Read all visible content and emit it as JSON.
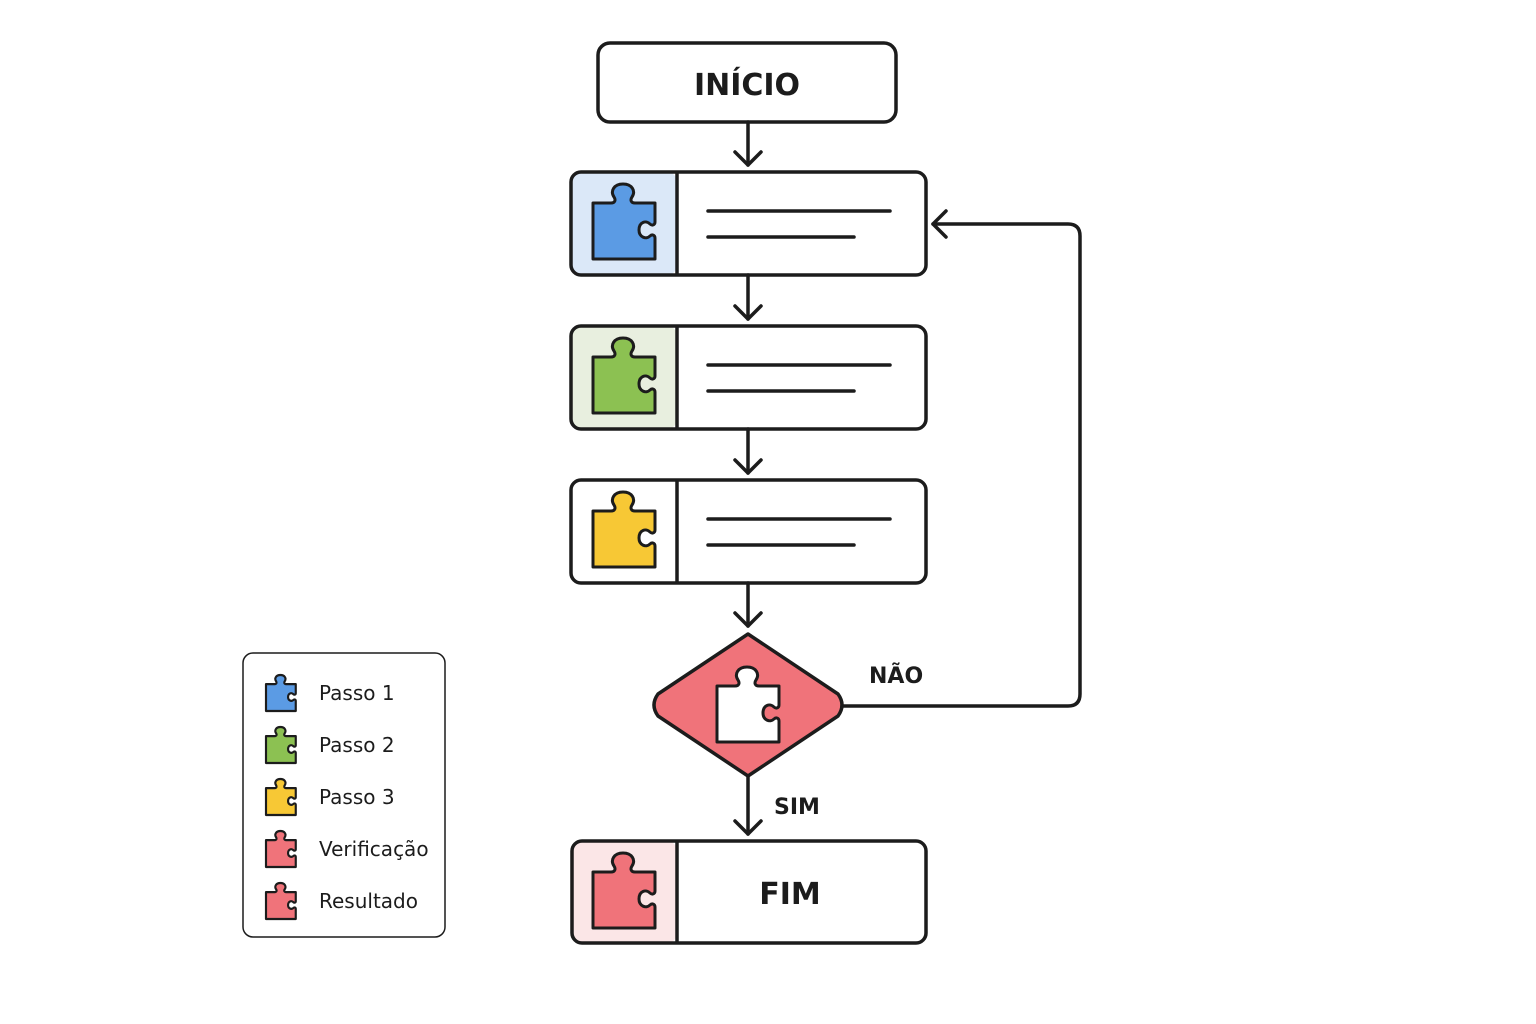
{
  "diagram": {
    "start": {
      "label": "INÍCIO"
    },
    "steps": [
      {
        "id": "passo1",
        "tint": "#dbe8f8",
        "color": "#5b9be4"
      },
      {
        "id": "passo2",
        "tint": "#e8efdf",
        "color": "#8cc152"
      },
      {
        "id": "passo3",
        "tint": "#ffffff",
        "color": "#f7c835"
      }
    ],
    "decision": {
      "color": "#f0737a",
      "no_label": "NÃO",
      "yes_label": "SIM"
    },
    "end": {
      "label": "FIM",
      "tint": "#fbe6e7",
      "color": "#f0737a"
    },
    "colors": {
      "stroke": "#1c1c1c",
      "text": "#1c1c1c"
    }
  },
  "legend": {
    "items": [
      {
        "label": "Passo 1",
        "color": "#5b9be4"
      },
      {
        "label": "Passo 2",
        "color": "#8cc152"
      },
      {
        "label": "Passo 3",
        "color": "#f7c835"
      },
      {
        "label": "Verificação",
        "color": "#f0737a"
      },
      {
        "label": "Resultado",
        "color": "#f0737a"
      }
    ]
  }
}
